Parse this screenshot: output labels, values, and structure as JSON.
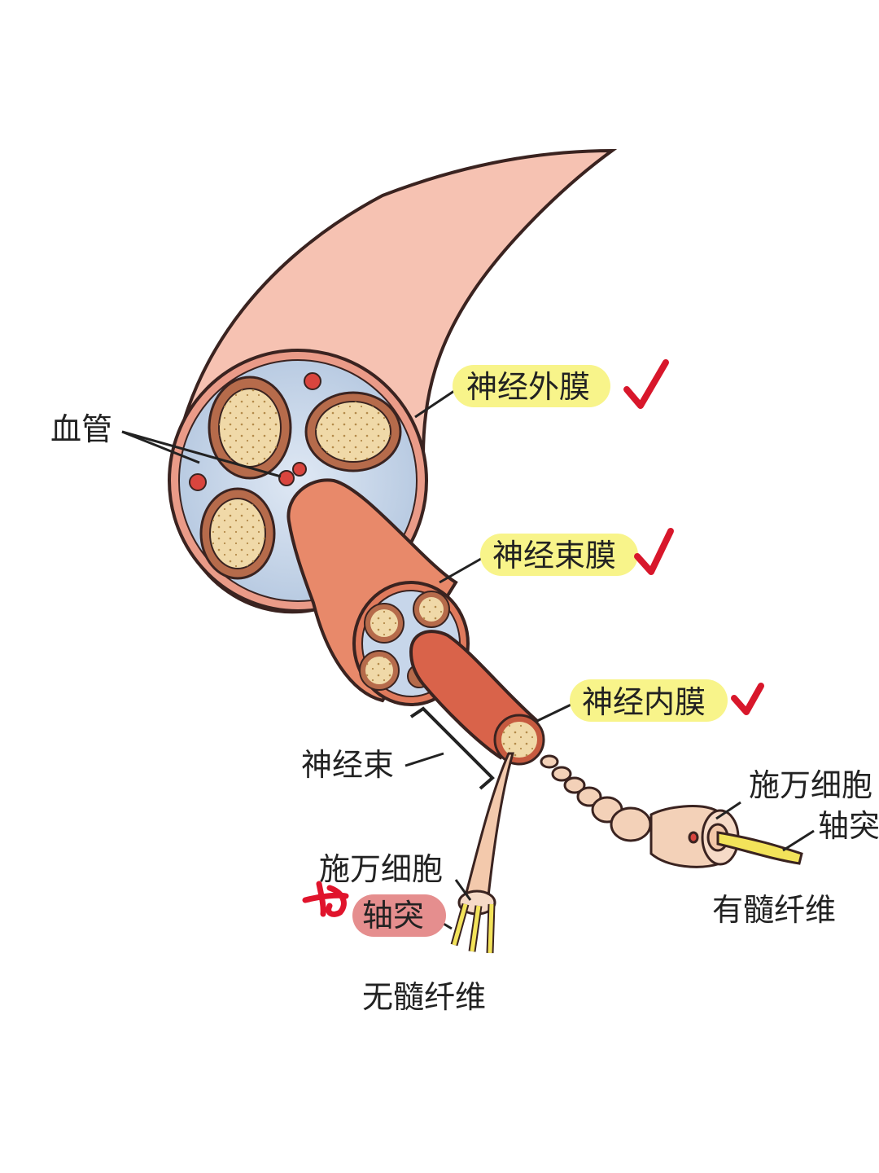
{
  "labels": {
    "blood_vessel": "血管",
    "epineurium": "神经外膜",
    "perineurium": "神经束膜",
    "endoneurium": "神经内膜",
    "fascicle": "神经束",
    "schwann_right": "施万细胞",
    "axon_right": "轴突",
    "myelinated_fiber": "有髓纤维",
    "schwann_left": "施万细胞",
    "axon_left": "轴突",
    "unmyelinated_fiber": "无髓纤维"
  },
  "colors": {
    "highlight_yellow": "#f8f48a",
    "highlight_red": "#e58e8e",
    "check_red": "#d8172b",
    "nerve_skin": "#f6c2b2",
    "epineurium_blue": "#c6d4e8",
    "fascicle_sheath": "#e07a5c",
    "axon_yellow": "#f3e35a"
  },
  "annotations": {
    "checkmarks": 3,
    "handwritten_mark": "red-scribble"
  },
  "icons": [
    "checkmark-icon",
    "red-scribble-icon"
  ]
}
